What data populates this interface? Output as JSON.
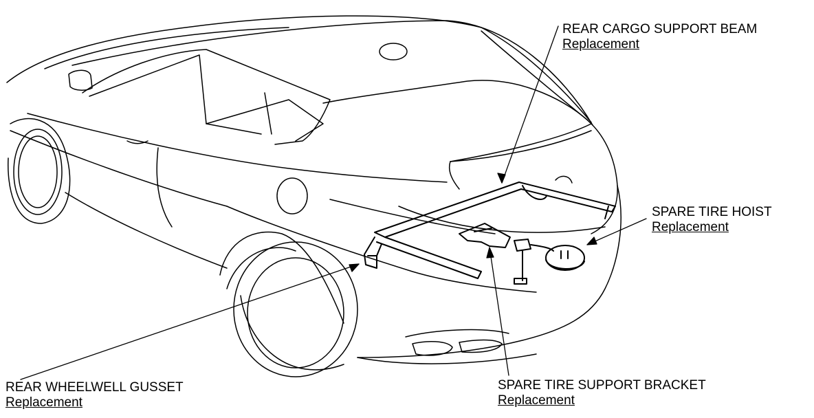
{
  "callouts": {
    "rear_cargo_support_beam": {
      "title": "REAR CARGO SUPPORT BEAM",
      "link": "Replacement"
    },
    "spare_tire_hoist": {
      "title": "SPARE TIRE HOIST",
      "link": "Replacement"
    },
    "rear_wheelwell_gusset": {
      "title": "REAR WHEELWELL GUSSET",
      "link": "Replacement"
    },
    "spare_tire_support_bracket": {
      "title": "SPARE TIRE SUPPORT BRACKET",
      "link": "Replacement"
    }
  },
  "colors": {
    "line": "#000000",
    "background": "#ffffff"
  }
}
